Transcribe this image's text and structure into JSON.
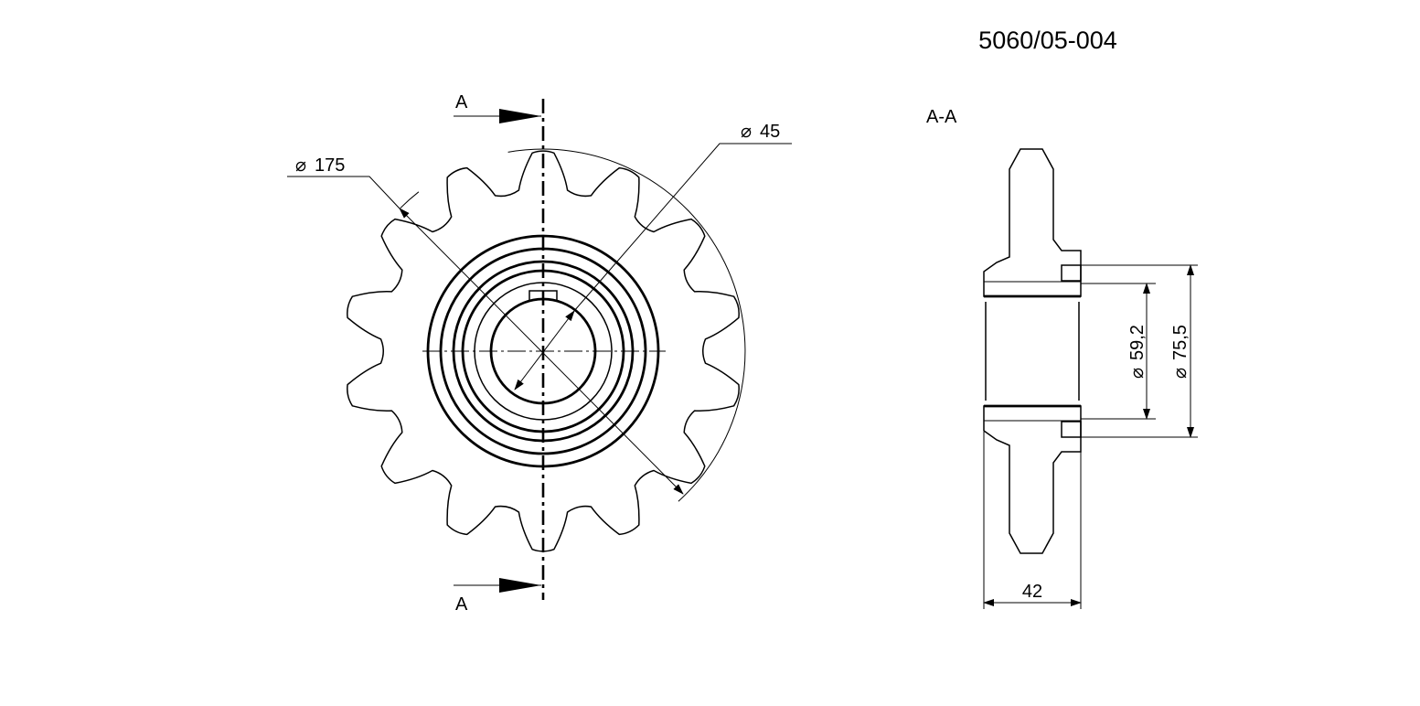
{
  "drawing": {
    "number": "5060/05-004",
    "section_view_label": "A-A",
    "section_marker_top": "A",
    "section_marker_bottom": "A",
    "dimensions": {
      "outer_diameter": "175",
      "inner_diameter": "45",
      "bore_diameter": "59,2",
      "hub_diameter": "75,5",
      "width": "42"
    },
    "diameter_symbol": "⌀",
    "sprocket": {
      "teeth": 14
    },
    "colors": {
      "line": "#000000",
      "background": "#ffffff"
    }
  }
}
